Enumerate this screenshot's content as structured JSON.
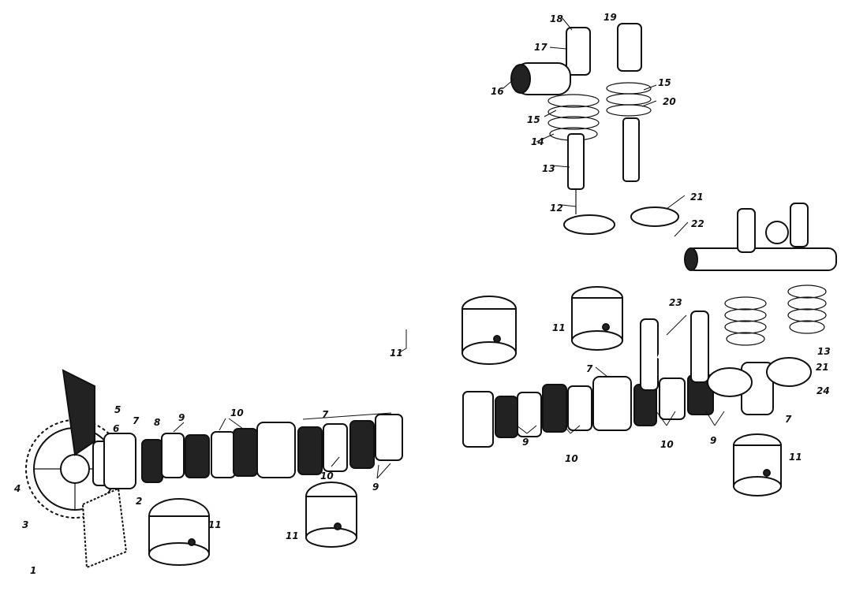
{
  "figure": {
    "callouts": [
      {
        "id": "c1",
        "text": "1"
      },
      {
        "id": "c2",
        "text": "2"
      },
      {
        "id": "c3",
        "text": "3"
      },
      {
        "id": "c4",
        "text": "4"
      },
      {
        "id": "c5",
        "text": "5"
      },
      {
        "id": "c6",
        "text": "6"
      },
      {
        "id": "c7a",
        "text": "7"
      },
      {
        "id": "c7b",
        "text": "7"
      },
      {
        "id": "c8",
        "text": "8"
      },
      {
        "id": "c9a",
        "text": "9"
      },
      {
        "id": "c10a",
        "text": "10"
      },
      {
        "id": "c10b",
        "text": "10"
      },
      {
        "id": "c9b",
        "text": "9"
      },
      {
        "id": "c11a",
        "text": "11"
      },
      {
        "id": "c11b",
        "text": "11"
      },
      {
        "id": "c11c",
        "text": "11"
      },
      {
        "id": "c11d",
        "text": "11"
      },
      {
        "id": "c7c",
        "text": "7"
      },
      {
        "id": "c9c",
        "text": "9"
      },
      {
        "id": "c10c",
        "text": "10"
      },
      {
        "id": "c10d",
        "text": "10"
      },
      {
        "id": "c9d",
        "text": "9"
      },
      {
        "id": "c7d",
        "text": "7"
      },
      {
        "id": "c24",
        "text": "24"
      },
      {
        "id": "c21a",
        "text": "21"
      },
      {
        "id": "c13a",
        "text": "13"
      },
      {
        "id": "c11e",
        "text": "11"
      },
      {
        "id": "c23",
        "text": "23"
      },
      {
        "id": "c22",
        "text": "22"
      },
      {
        "id": "c21b",
        "text": "21"
      },
      {
        "id": "c12",
        "text": "12"
      },
      {
        "id": "c13b",
        "text": "13"
      },
      {
        "id": "c14",
        "text": "14"
      },
      {
        "id": "c15a",
        "text": "15"
      },
      {
        "id": "c16",
        "text": "16"
      },
      {
        "id": "c17",
        "text": "17"
      },
      {
        "id": "c18",
        "text": "18"
      },
      {
        "id": "c19",
        "text": "19"
      },
      {
        "id": "c15b",
        "text": "15"
      },
      {
        "id": "c20",
        "text": "20"
      }
    ]
  }
}
